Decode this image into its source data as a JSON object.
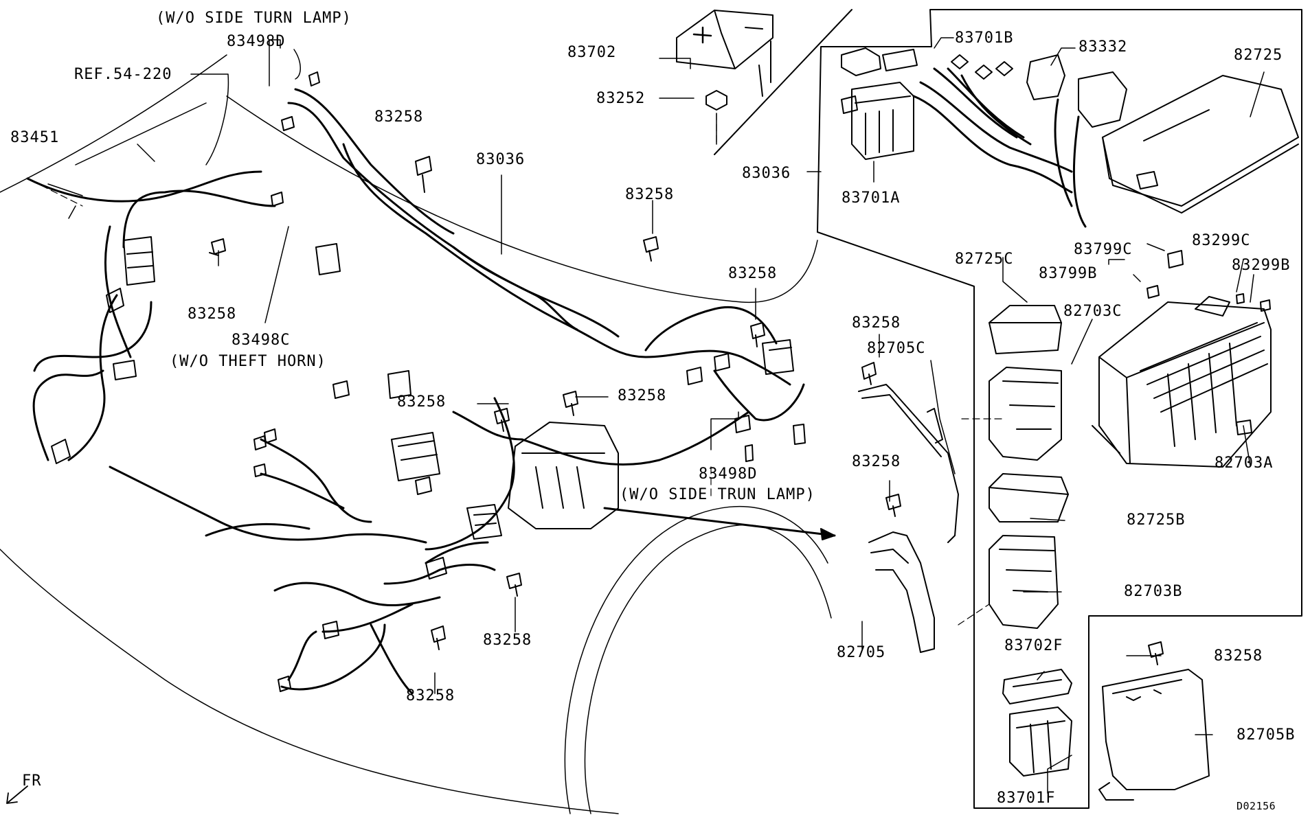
{
  "diagram_id": "D02156",
  "direction": "FR",
  "callouts": {
    "side_turn_top": "(W/O SIDE TURN LAMP)",
    "p83498d_top": "83498D",
    "ref": "REF.54-220",
    "p83451": "83451",
    "p83258_a": "83258",
    "p83258_b": "83258",
    "p83498c": "83498C",
    "theft_horn": "(W/O THEFT HORN)",
    "p83036_main": "83036",
    "p83258_c": "83258",
    "p83258_d": "83258",
    "p83258_e": "83258",
    "p83258_f": "83258",
    "p83498d_mid": "83498D",
    "side_trun": "(W/O SIDE TRUN LAMP)",
    "p83258_g": "83258",
    "p83258_h": "83258",
    "p83702": "83702",
    "p83252": "83252",
    "p83036_box": "83036",
    "p83701b": "83701B",
    "p83701a": "83701A",
    "p83332": "83332",
    "p82725": "82725",
    "p83799c": "83799C",
    "p83299c": "83299C",
    "p83799b": "83799B",
    "p83299b": "83299B",
    "p82725c": "82725C",
    "p82703c": "82703C",
    "p83258_i": "83258",
    "p82705c": "82705C",
    "p82703a": "82703A",
    "p83258_j": "83258",
    "p82725b": "82725B",
    "p82703b": "82703B",
    "p82705": "82705",
    "p83702f": "83702F",
    "p83258_k": "83258",
    "p82705b": "82705B",
    "p83701f": "83701F"
  }
}
